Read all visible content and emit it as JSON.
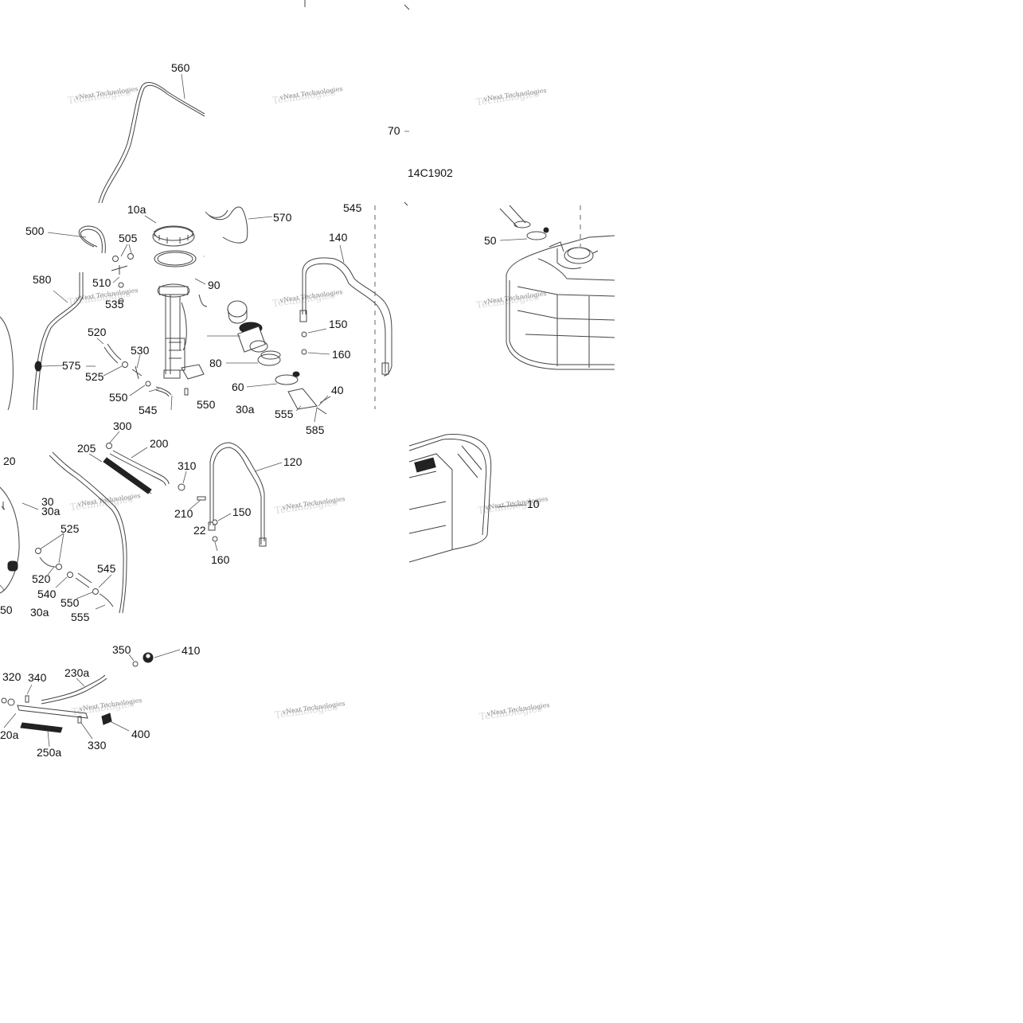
{
  "diagram_code": "14C1902",
  "watermark": "vNext Technologies",
  "callouts": {
    "c560": "560",
    "c70": "70",
    "c10a": "10a",
    "c570": "570",
    "c545_top": "545",
    "c140": "140",
    "c50": "50",
    "c500": "500",
    "c505": "505",
    "c580": "580",
    "c510": "510",
    "c535": "535",
    "c90": "90",
    "c150_top": "150",
    "c520_top": "520",
    "c530": "530",
    "c160_top": "160",
    "c525_top": "525",
    "c575": "575",
    "c80": "80",
    "c60": "60",
    "c40": "40",
    "c550_top": "550",
    "c545_mid": "545",
    "c555": "555",
    "c30a_top": "30a",
    "c585": "585",
    "c300": "300",
    "c205": "205",
    "c200": "200",
    "c20": "20",
    "c310": "310",
    "c120": "120",
    "c30": "30",
    "c30a": "30a",
    "c210": "210",
    "c150_mid": "150",
    "c10": "10",
    "c525_mid": "525",
    "c220": "22",
    "c160_mid": "160",
    "c545_low": "545",
    "c520_mid": "520",
    "c540": "540",
    "c550_mid": "550",
    "c50_low": "50",
    "c30a_low": "30a",
    "c555_low": "555",
    "c350": "350",
    "c410": "410",
    "c320": "320",
    "c340": "340",
    "c230a": "230a",
    "c220a": "20a",
    "c400": "400",
    "c330": "330",
    "c250a": "250a"
  },
  "colors": {
    "line": "#444444",
    "text": "#111111",
    "watermark": "#8a8a8a"
  }
}
